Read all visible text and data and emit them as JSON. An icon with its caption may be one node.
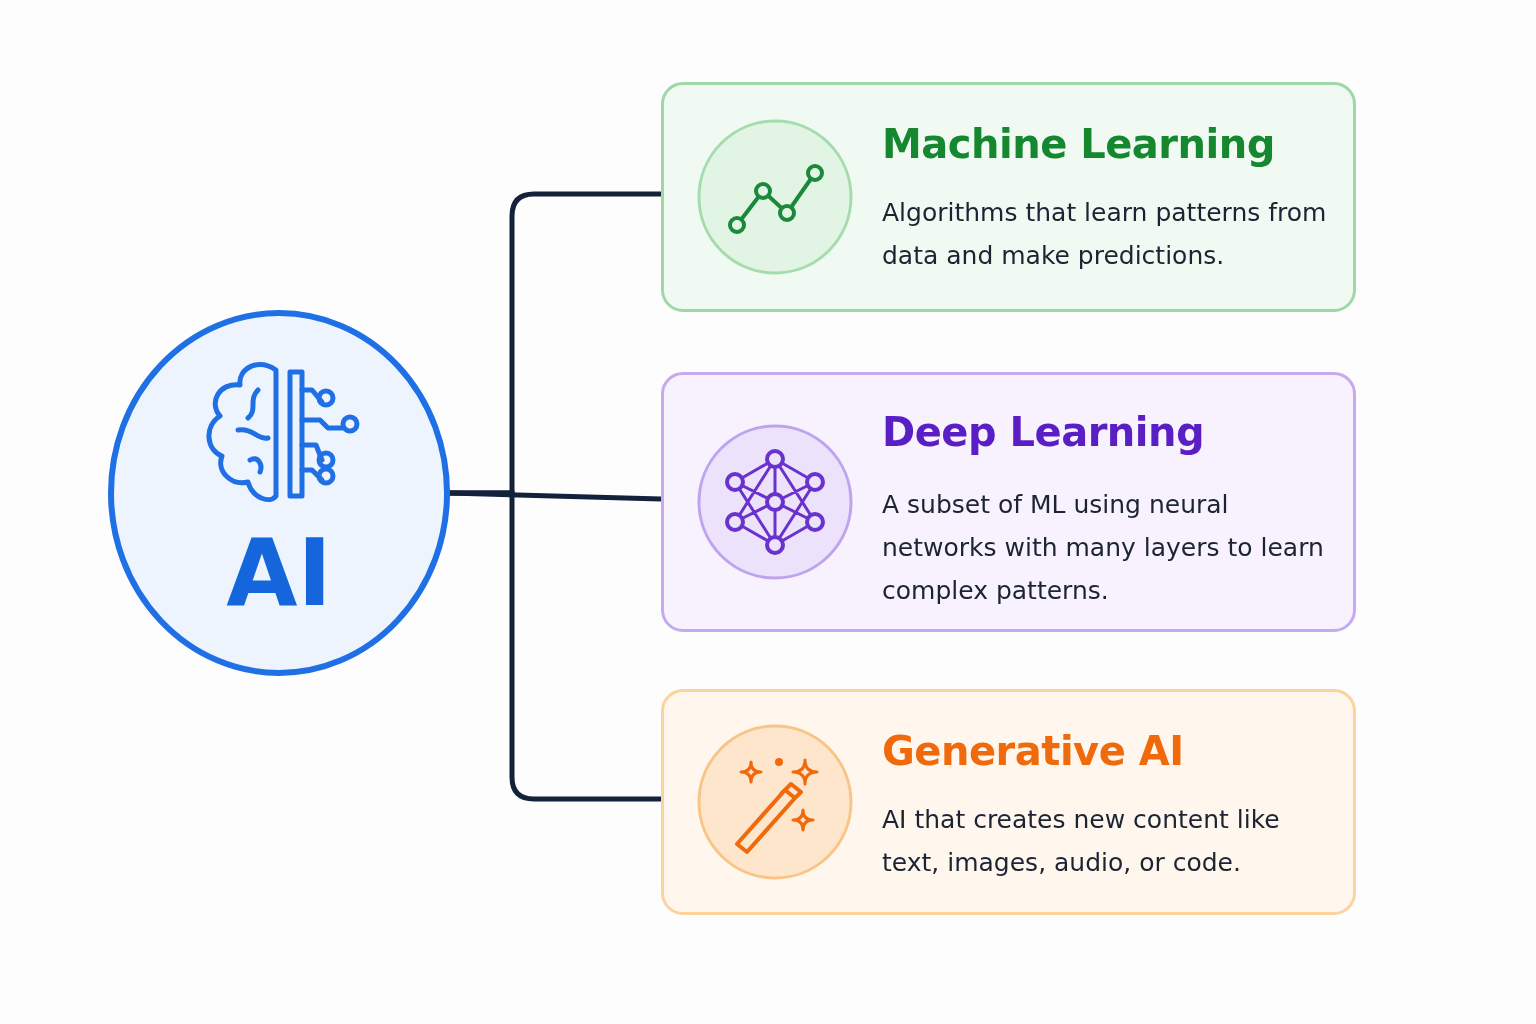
{
  "diagram": {
    "nodes": [
      {
        "text": [
          "AI"
        ]
      },
      {
        "text": [
          "Machine Learning",
          "Algorithms that learn patterns from data and make predictions."
        ]
      },
      {
        "text": [
          "Deep Learning",
          "A subset of ML using neural networks with many layers to learn complex patterns."
        ]
      },
      {
        "text": [
          "Generative AI",
          "AI that creates new content like text, images, audio, or code."
        ]
      }
    ],
    "edges": [
      {
        "from": 0,
        "to": 1,
        "arrow": "none"
      },
      {
        "from": 0,
        "to": 2,
        "arrow": "none"
      },
      {
        "from": 0,
        "to": 3,
        "arrow": "none"
      }
    ]
  }
}
